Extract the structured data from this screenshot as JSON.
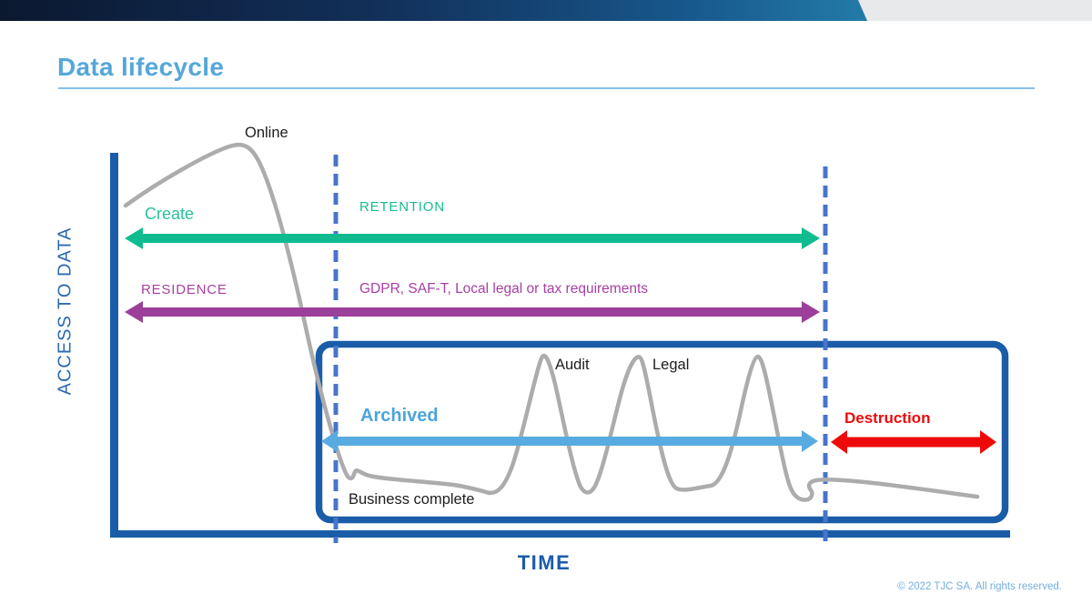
{
  "banner": {
    "gradient_start_color": "#0B1830",
    "gradient_end_color": "#2FA0C6",
    "tail_color": "#E8E9EA"
  },
  "header": {
    "title": "Data lifecycle",
    "title_color": "#55A7DB"
  },
  "diagram": {
    "y_axis_label": "ACCESS TO DATA",
    "x_axis_label": "TIME",
    "axis_color": "#1A5CA8",
    "box_color": "#1A5CA8",
    "dashed_line_color": "#4874CA",
    "curve_color": "#ACACAC",
    "curve_labels": {
      "online": "Online",
      "create": "Create",
      "audit": "Audit",
      "legal": "Legal",
      "business_complete": "Business complete"
    },
    "arrows": {
      "retention": {
        "label": "RETENTION",
        "color": "#10BC8F"
      },
      "residence": {
        "label": "RESIDENCE",
        "sublabel": "GDPR, SAF-T, Local legal or tax requirements",
        "color": "#9B3F9B"
      },
      "archived": {
        "label": "Archived",
        "color": "#58ABE0"
      },
      "destruction": {
        "label": "Destruction",
        "color": "#EE0A0A"
      }
    }
  },
  "footer": {
    "copyright": "© 2022 TJC SA. All rights reserved."
  }
}
